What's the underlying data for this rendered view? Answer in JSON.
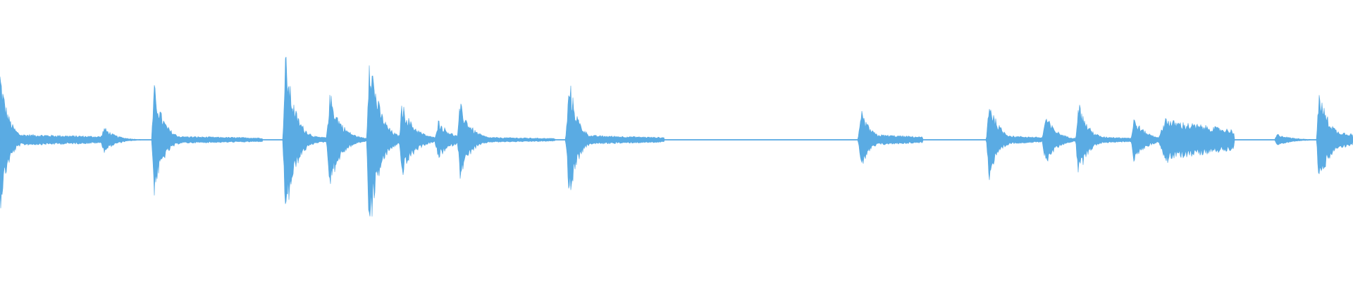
{
  "waveform": {
    "color": "#5aabe3",
    "background": "#ffffff",
    "silence_amplitude": 0.004,
    "events": [
      {
        "t": 0.0,
        "amp": 0.72,
        "decay": 0.3,
        "tail_amp": 0.06,
        "tail_len": 0.09,
        "rise": 0.002
      },
      {
        "t": 0.077,
        "amp": 0.13,
        "decay": 0.4,
        "tail_amp": 0.03,
        "tail_len": 0.01,
        "rise": 0.003
      },
      {
        "t": 0.114,
        "amp": 0.55,
        "decay": 0.35,
        "tail_amp": 0.04,
        "tail_len": 0.08,
        "rise": 0.002
      },
      {
        "t": 0.211,
        "amp": 0.87,
        "decay": 0.35,
        "tail_amp": 0.05,
        "tail_len": 0.03,
        "rise": 0.002
      },
      {
        "t": 0.244,
        "amp": 0.48,
        "decay": 0.4,
        "tail_amp": 0.03,
        "tail_len": 0.02,
        "rise": 0.003
      },
      {
        "t": 0.273,
        "amp": 1.0,
        "decay": 0.35,
        "tail_amp": 0.05,
        "tail_len": 0.02,
        "rise": 0.002
      },
      {
        "t": 0.297,
        "amp": 0.38,
        "decay": 0.45,
        "tail_amp": 0.02,
        "tail_len": 0.02,
        "rise": 0.002
      },
      {
        "t": 0.324,
        "amp": 0.2,
        "decay": 0.45,
        "tail_amp": 0.02,
        "tail_len": 0.008,
        "rise": 0.003
      },
      {
        "t": 0.34,
        "amp": 0.38,
        "decay": 0.4,
        "tail_amp": 0.03,
        "tail_len": 0.07,
        "rise": 0.002
      },
      {
        "t": 0.421,
        "amp": 0.62,
        "decay": 0.3,
        "tail_amp": 0.05,
        "tail_len": 0.07,
        "rise": 0.003
      },
      {
        "t": 0.637,
        "amp": 0.28,
        "decay": 0.35,
        "tail_amp": 0.06,
        "tail_len": 0.045,
        "rise": 0.003
      },
      {
        "t": 0.731,
        "amp": 0.42,
        "decay": 0.35,
        "tail_amp": 0.05,
        "tail_len": 0.04,
        "rise": 0.002
      },
      {
        "t": 0.773,
        "amp": 0.25,
        "decay": 0.4,
        "tail_amp": 0.04,
        "tail_len": 0.01,
        "rise": 0.003
      },
      {
        "t": 0.797,
        "amp": 0.4,
        "decay": 0.35,
        "tail_amp": 0.04,
        "tail_len": 0.04,
        "rise": 0.002
      },
      {
        "t": 0.838,
        "amp": 0.22,
        "decay": 0.45,
        "tail_amp": 0.02,
        "tail_len": 0.01,
        "rise": 0.002
      },
      {
        "t": 0.862,
        "amp": 0.25,
        "decay": 0.6,
        "tail_amp": 0.2,
        "tail_len": 0.05,
        "rise": 0.006
      },
      {
        "t": 0.944,
        "amp": 0.06,
        "decay": 0.5,
        "tail_amp": 0.01,
        "tail_len": 0.003,
        "rise": 0.002
      },
      {
        "t": 0.975,
        "amp": 0.5,
        "decay": 0.4,
        "tail_amp": 0.12,
        "tail_len": 0.025,
        "rise": 0.002
      }
    ],
    "gaps": [
      [
        0.492,
        0.51
      ]
    ]
  }
}
